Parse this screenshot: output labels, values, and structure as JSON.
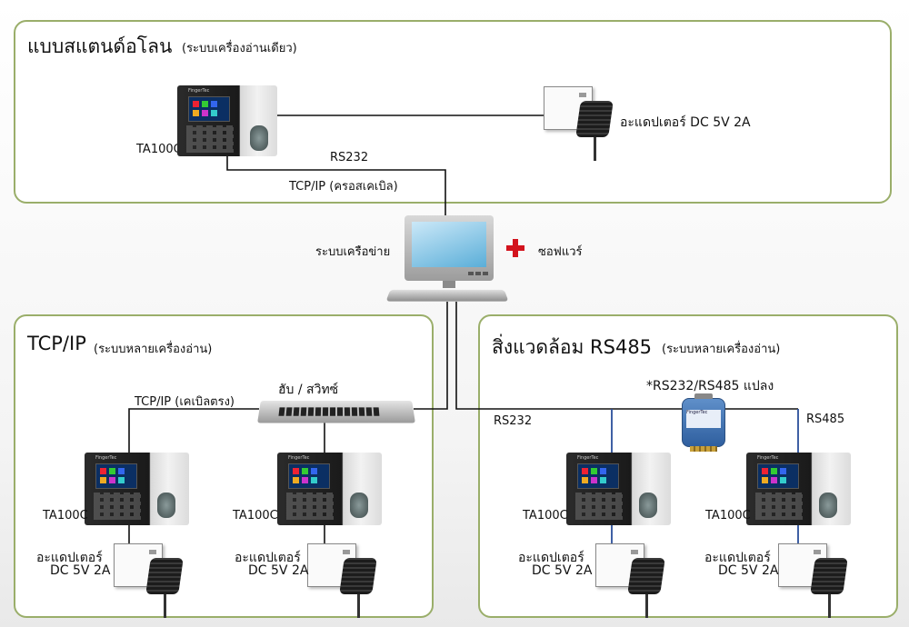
{
  "top_panel": {
    "title": "แบบสแตนด์อโลน",
    "subtitle": "(ระบบเครื่องอ่านเดียว)",
    "device_label": "TA100C",
    "adapter_label": "อะแดปเตอร์ DC 5V 2A",
    "link_label_1": "RS232",
    "link_label_2": "TCP/IP (ครอสเคเบิล)"
  },
  "center": {
    "network_label": "ระบบเครือข่าย",
    "software_label": "ซอฟแวร์"
  },
  "tcp_panel": {
    "title": "TCP/IP",
    "subtitle": "(ระบบหลายเครื่องอ่าน)",
    "switch_label": "ฮับ / สวิทซ์",
    "cable_label": "TCP/IP (เคเบิลตรง)",
    "devices": [
      {
        "label": "TA100C",
        "adapter_line1": "อะแดปเตอร์",
        "adapter_line2": "DC 5V 2A"
      },
      {
        "label": "TA100C",
        "adapter_line1": "อะแดปเตอร์",
        "adapter_line2": "DC 5V 2A"
      }
    ]
  },
  "rs485_panel": {
    "title": "สิ่งแวดล้อม RS485",
    "subtitle": "(ระบบหลายเครื่องอ่าน)",
    "converter_label": "*RS232/RS485 แปลง",
    "left_link": "RS232",
    "right_link": "RS485",
    "devices": [
      {
        "label": "TA100C",
        "adapter_line1": "อะแดปเตอร์",
        "adapter_line2": "DC 5V 2A"
      },
      {
        "label": "TA100C",
        "adapter_line1": "อะแดปเตอร์",
        "adapter_line2": "DC 5V 2A"
      }
    ]
  },
  "colors": {
    "panel_border": "#9aae6a",
    "rs485_wire": "#2a4f9a",
    "plus": "#d3131d"
  }
}
